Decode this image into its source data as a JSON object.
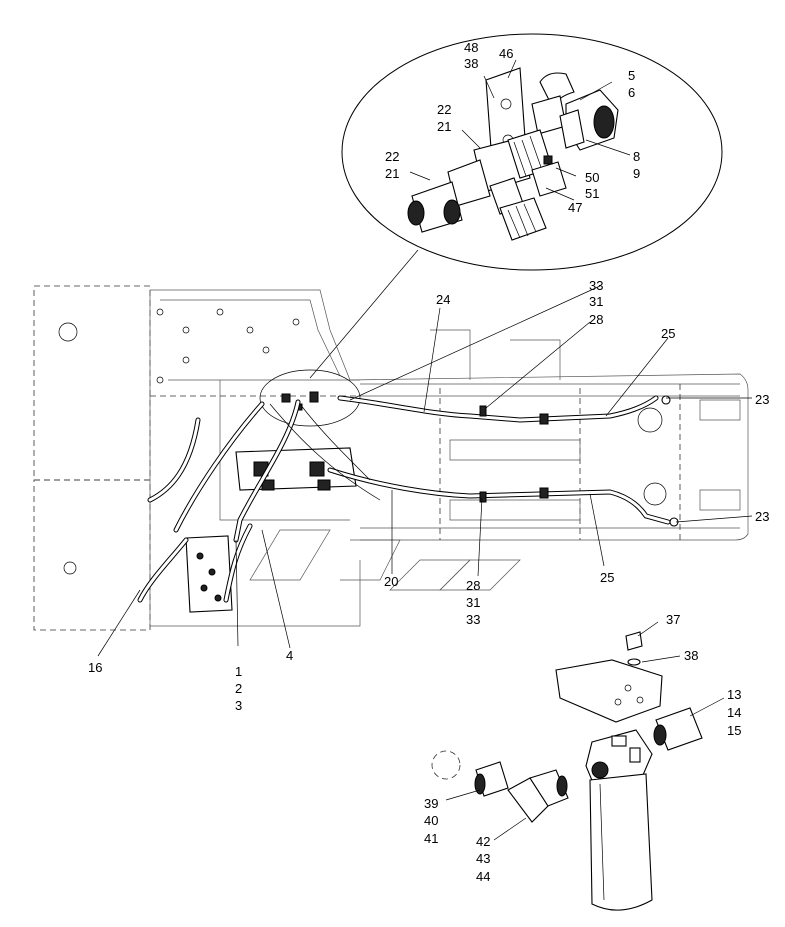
{
  "callouts": {
    "c48": "48",
    "c38a": "38",
    "c46": "46",
    "c5": "5",
    "c6": "6",
    "c22a": "22",
    "c21a": "21",
    "c22b": "22",
    "c21b": "21",
    "c8": "8",
    "c9": "9",
    "c50": "50",
    "c51": "51",
    "c47": "47",
    "c33a": "33",
    "c31a": "31",
    "c28a": "28",
    "c24": "24",
    "c25a": "25",
    "c23a": "23",
    "c23b": "23",
    "c20": "20",
    "c25b": "25",
    "c28b": "28",
    "c31b": "31",
    "c33b": "33",
    "c16": "16",
    "c4": "4",
    "c1": "1",
    "c2": "2",
    "c3": "3",
    "c37": "37",
    "c38b": "38",
    "c13": "13",
    "c14": "14",
    "c15": "15",
    "c39": "39",
    "c40": "40",
    "c41": "41",
    "c42": "42",
    "c43": "43",
    "c44": "44"
  }
}
